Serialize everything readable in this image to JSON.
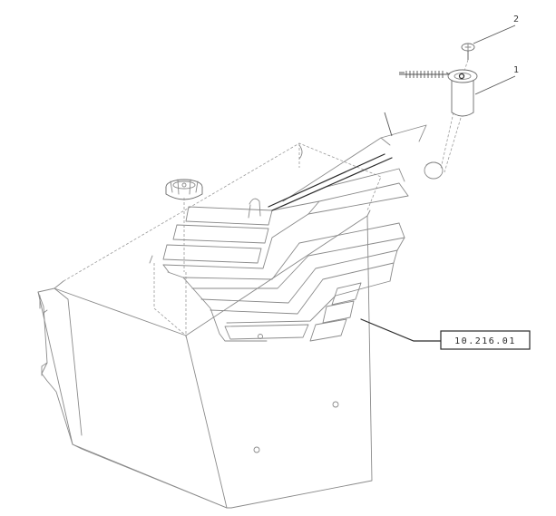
{
  "callouts": [
    {
      "number": "2",
      "part": "screw"
    },
    {
      "number": "1",
      "part": "fuel-filler-neck"
    }
  ],
  "reference": {
    "label": "10.216.01"
  },
  "colors": {
    "line": "#8a8a8a",
    "leader": "#2a2a2a",
    "background": "#ffffff"
  }
}
